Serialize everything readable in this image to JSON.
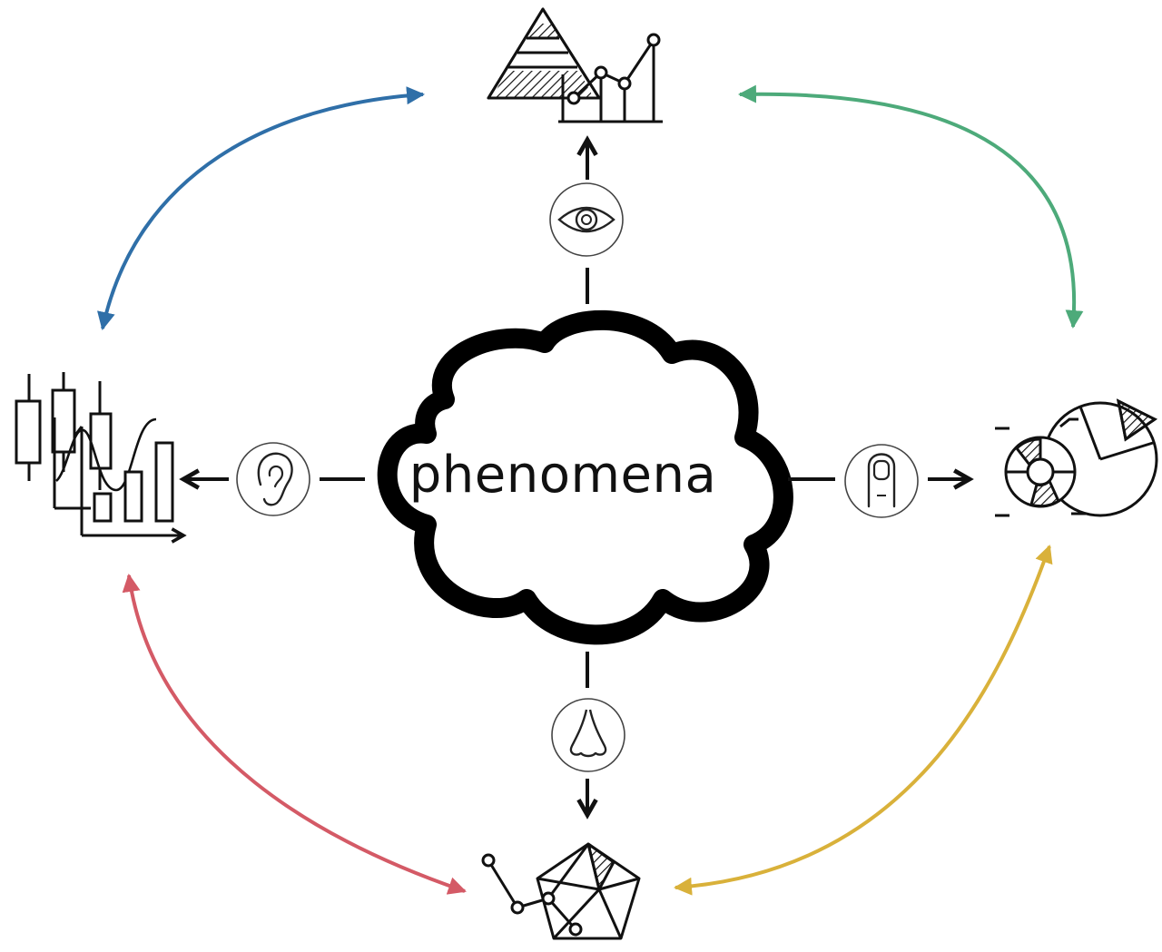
{
  "diagram": {
    "center_label": "phenomena",
    "colors": {
      "stroke": "#111111",
      "sense_icon_stroke": "#444444",
      "blue": "#2f6fa8",
      "green": "#4daa7a",
      "red": "#d45a66",
      "yellow": "#d9b13a"
    },
    "senses": [
      {
        "id": "sight",
        "icon": "eye-icon",
        "direction": "up"
      },
      {
        "id": "hearing",
        "icon": "ear-icon",
        "direction": "left"
      },
      {
        "id": "touch",
        "icon": "finger-icon",
        "direction": "right"
      },
      {
        "id": "smell",
        "icon": "nose-icon",
        "direction": "down"
      }
    ],
    "visualizations": [
      {
        "id": "top",
        "icon": "pyramid-line-chart-icon"
      },
      {
        "id": "left",
        "icon": "candlestick-bar-chart-icon"
      },
      {
        "id": "right",
        "icon": "pie-donut-chart-icon"
      },
      {
        "id": "bottom",
        "icon": "radar-network-chart-icon"
      }
    ]
  }
}
